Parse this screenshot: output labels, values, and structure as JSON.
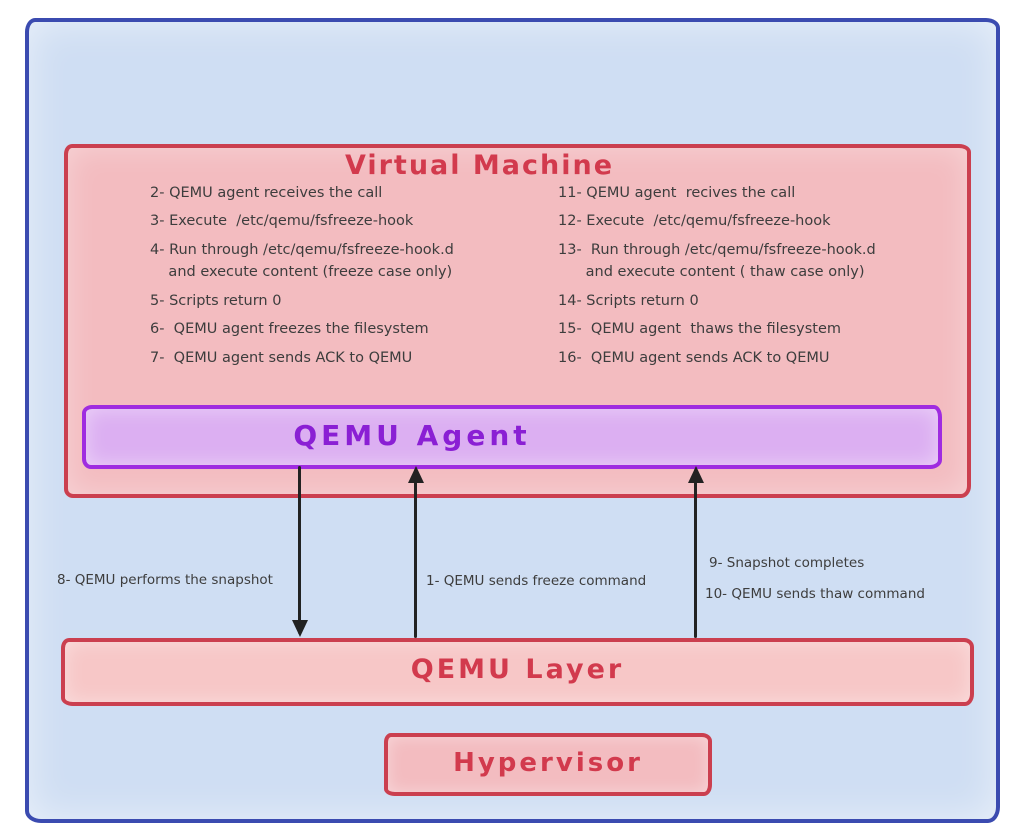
{
  "diagram": {
    "vm": {
      "title": "Virtual Machine",
      "left_steps": [
        "2- QEMU agent receives the call",
        "3- Execute  /etc/qemu/fsfreeze-hook",
        "4- Run through /etc/qemu/fsfreeze-hook.d\n    and execute content (freeze case only)",
        "5- Scripts return 0",
        "6-  QEMU agent freezes the filesystem",
        "7-  QEMU agent sends ACK to QEMU"
      ],
      "right_steps": [
        "11- QEMU agent  recives the call",
        "12- Execute  /etc/qemu/fsfreeze-hook",
        "13-  Run through /etc/qemu/fsfreeze-hook.d\n      and execute content ( thaw case only)",
        "14- Scripts return 0",
        "15-  QEMU agent  thaws the filesystem",
        "16-  QEMU agent sends ACK to QEMU"
      ]
    },
    "agent": {
      "label": "QEMU  Agent"
    },
    "qemu_layer": {
      "label": "QEMU Layer"
    },
    "hypervisor": {
      "label": "Hypervisor"
    },
    "arrow_labels": {
      "snapshot": "8- QEMU performs the snapshot",
      "freeze": "1- QEMU sends freeze command",
      "snapshot_completes": "9- Snapshot completes",
      "thaw": "10- QEMU sends thaw command"
    },
    "colors": {
      "frame_blue": "#3b4bb0",
      "background_blue": "#cfdef3",
      "box_pink_fill": "#f3bcc0",
      "box_red_border": "#cb3f4f",
      "title_red": "#d23a4d",
      "agent_purple_fill": "#dcaff2",
      "agent_purple_border": "#9f2ce0",
      "agent_purple_text": "#8a1fd4",
      "ink": "#3d3d3d"
    }
  }
}
